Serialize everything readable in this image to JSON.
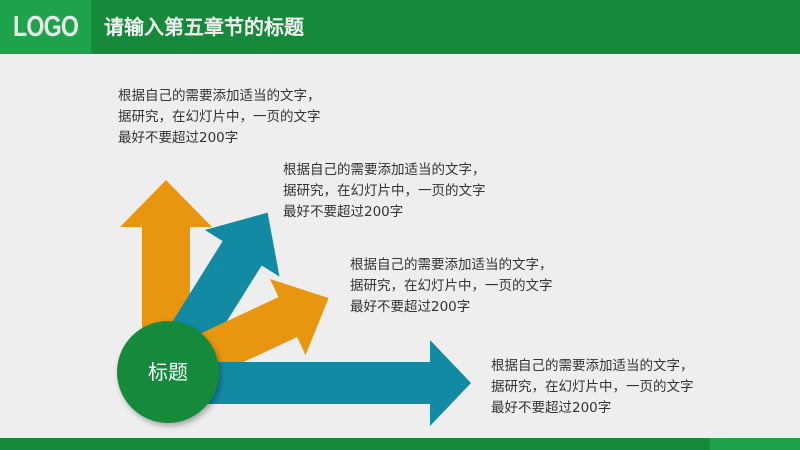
{
  "header": {
    "logo": "LOGO",
    "title": "请输入第五章节的标题"
  },
  "center": {
    "label": "标题"
  },
  "colors": {
    "green": "#168a3a",
    "orange": "#e8960f",
    "teal": "#138aa3"
  },
  "blocks": [
    {
      "lines": [
        "根据自己的需要添加适当的文字，",
        "据研究，在幻灯片中，一页的文字",
        "最好不要超过200字"
      ]
    },
    {
      "lines": [
        "根据自己的需要添加适当的文字，",
        "据研究，在幻灯片中，一页的文字",
        "最好不要超过200字"
      ]
    },
    {
      "lines": [
        "根据自己的需要添加适当的文字，",
        "据研究，在幻灯片中，一页的文字",
        "最好不要超过200字"
      ]
    },
    {
      "lines": [
        "根据自己的需要添加适当的文字，",
        "据研究，在幻灯片中，一页的文字",
        "最好不要超过200字"
      ]
    }
  ]
}
